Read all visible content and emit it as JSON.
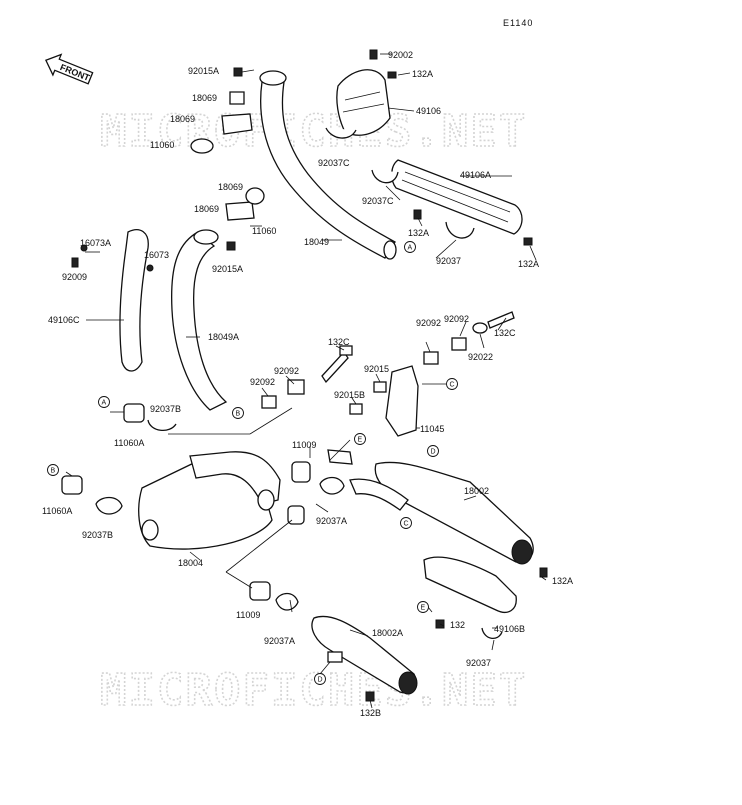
{
  "diagram_code": "E1140",
  "front_label": "FRONT",
  "watermarks": [
    "MICROFICHES.NET",
    "MICROFICHES.NET"
  ],
  "labels": {
    "p92002": "92002",
    "p132A_top": "132A",
    "p49106": "49106",
    "p92015A_top": "92015A",
    "p18069_a": "18069",
    "p18069_b": "18069",
    "p11060_top": "11060",
    "p92037C_a": "92037C",
    "p49106A": "49106A",
    "p92037C_b": "92037C",
    "p132A_mid": "132A",
    "p92037_top": "92037",
    "p132A_right": "132A",
    "p18069_c": "18069",
    "p18069_d": "18069",
    "p11060_mid": "11060",
    "p18049": "18049",
    "p16073A": "16073A",
    "p16073": "16073",
    "p92009": "92009",
    "p92015A_mid": "92015A",
    "p49106C": "49106C",
    "p18049A": "18049A",
    "p92092_a": "92092",
    "p132C_top": "132C",
    "p92022": "92022",
    "p132C_mid": "132C",
    "p92092_b": "92092",
    "p92015": "92015",
    "p92092_c": "92092",
    "p92092_d": "92092",
    "p92015B": "92015B",
    "p11045": "11045",
    "p92037B_top": "92037B",
    "p11060A_top": "11060A",
    "p11009_top": "11009",
    "p18002": "18002",
    "p11060A_bot": "11060A",
    "p92037B_bot": "92037B",
    "p92037A_top": "92037A",
    "p18004": "18004",
    "p132A_bot": "132A",
    "p11009_bot": "11009",
    "p92037A_bot": "92037A",
    "p132": "132",
    "p49106B": "49106B",
    "p18002A": "18002A",
    "p92037_bot": "92037",
    "p132B": "132B"
  },
  "refs": {
    "A1": "A",
    "A2": "A",
    "B1": "B",
    "B2": "B",
    "C1": "C",
    "C2": "C",
    "D1": "D",
    "D2": "D",
    "E1": "E",
    "E2": "E"
  }
}
